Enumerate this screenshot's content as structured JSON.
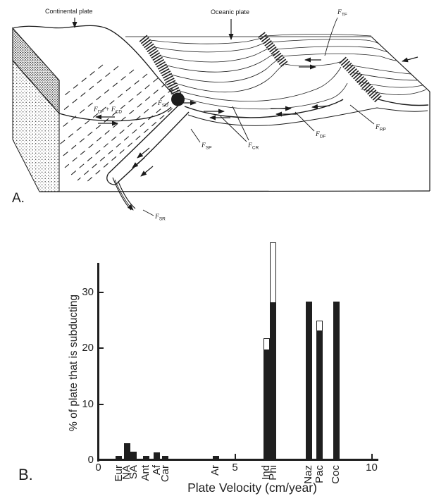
{
  "figure": {
    "panel_a_label": "A.",
    "panel_b_label": "B."
  },
  "colors": {
    "ink": "#1f1f1f",
    "background": "#ffffff"
  },
  "diagram": {
    "continental_plate_label": "Continental plate",
    "oceanic_plate_label": "Oceanic plate",
    "forces": {
      "ftf": {
        "main": "F",
        "sub": "TF"
      },
      "fdfcd": {
        "f1": "F",
        "s1": "DF",
        "op": "+",
        "f2": "F",
        "s2": "CD"
      },
      "fsu": {
        "main": "F",
        "sub": "SU"
      },
      "fsp": {
        "main": "F",
        "sub": "SP"
      },
      "fcr": {
        "main": "F",
        "sub": "CR"
      },
      "fdf": {
        "main": "F",
        "sub": "DF"
      },
      "frp": {
        "main": "F",
        "sub": "RP"
      },
      "fsr": {
        "main": "F",
        "sub": "SR"
      }
    }
  },
  "chart_data": {
    "type": "bar",
    "title": "",
    "xlabel": "Plate Velocity (cm/year)",
    "ylabel": "% of plate  that is subducting",
    "xlim": [
      0,
      10
    ],
    "ylim": [
      0,
      35
    ],
    "grid": false,
    "x_ticks": [
      0,
      5,
      10
    ],
    "y_ticks": [
      0,
      10,
      20,
      30
    ],
    "bar_color": "#1f1f1f",
    "cap_note": "white outlined segment stacked on top of black bar",
    "bars": [
      {
        "label": "Eur",
        "velocity": 0.75,
        "subducting_pct": 0.8
      },
      {
        "label": "NA",
        "velocity": 1.05,
        "subducting_pct": 3.0
      },
      {
        "label": "SA",
        "velocity": 1.3,
        "subducting_pct": 1.5
      },
      {
        "label": "Ant",
        "velocity": 1.75,
        "subducting_pct": 0.7
      },
      {
        "label": "Af",
        "velocity": 2.15,
        "subducting_pct": 1.4
      },
      {
        "label": "Car",
        "velocity": 2.45,
        "subducting_pct": 0.7
      },
      {
        "label": "Ar",
        "velocity": 4.3,
        "subducting_pct": 0.8
      },
      {
        "label": "Ind",
        "velocity": 6.15,
        "subducting_pct": 19.9,
        "total_pct": 21.8
      },
      {
        "label": "Phi",
        "velocity": 6.4,
        "subducting_pct": 28.3,
        "total_pct": 39.0
      },
      {
        "label": "Naz",
        "velocity": 7.7,
        "subducting_pct": 28.3
      },
      {
        "label": "Pac",
        "velocity": 8.1,
        "subducting_pct": 23.3,
        "total_pct": 25.0
      },
      {
        "label": "Coc",
        "velocity": 8.7,
        "subducting_pct": 28.3
      }
    ]
  }
}
